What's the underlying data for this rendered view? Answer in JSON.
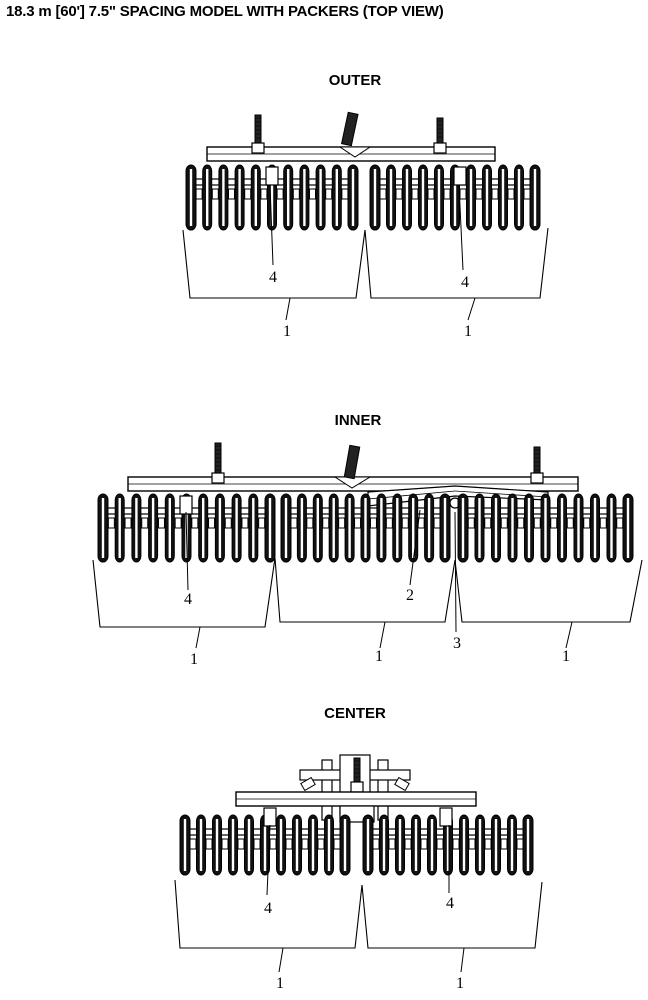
{
  "title": "18.3 m [60'] 7.5\" SPACING MODEL WITH PACKERS (TOP VIEW)",
  "views": [
    {
      "id": "outer",
      "label": "OUTER",
      "callouts": [
        "4",
        "4",
        "1",
        "1"
      ]
    },
    {
      "id": "inner",
      "label": "INNER",
      "callouts": [
        "4",
        "2",
        "3",
        "1",
        "1",
        "1"
      ]
    },
    {
      "id": "center",
      "label": "CENTER",
      "callouts": [
        "4",
        "4",
        "1",
        "1"
      ]
    }
  ],
  "colors": {
    "line": "#000000",
    "background": "#ffffff"
  }
}
